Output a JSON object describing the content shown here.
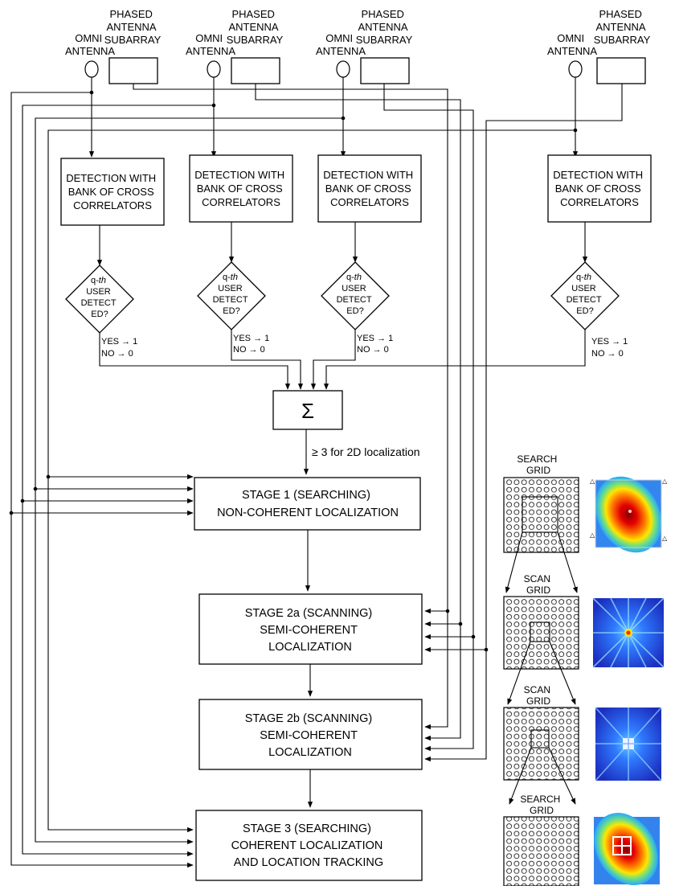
{
  "antennas": [
    {
      "omni": [
        "OMNI",
        "ANTENNA"
      ],
      "phased": [
        "PHASED",
        "ANTENNA",
        "SUBARRAY"
      ]
    },
    {
      "omni": [
        "OMNI",
        "ANTENNA"
      ],
      "phased": [
        "PHASED",
        "ANTENNA",
        "SUBARRAY"
      ]
    },
    {
      "omni": [
        "OMNI",
        "ANTENNA"
      ],
      "phased": [
        "PHASED",
        "ANTENNA",
        "SUBARRAY"
      ]
    },
    {
      "omni": [
        "OMNI",
        "ANTENNA"
      ],
      "phased": [
        "PHASED",
        "ANTENNA",
        "SUBARRAY"
      ]
    }
  ],
  "detection": [
    "DETECTION WITH",
    "BANK OF CROSS",
    "CORRELATORS"
  ],
  "decision": {
    "prefix": "q-",
    "italic": "th",
    "lines": [
      "USER",
      "DETECT",
      "ED?"
    ]
  },
  "yes_label": "YES",
  "yes_value": "1",
  "no_label": "NO",
  "no_value": "0",
  "sum_symbol": "Σ",
  "threshold_label": "≥ 3  for 2D localization",
  "stages": [
    {
      "id": "stage1",
      "lines": [
        "STAGE 1 (SEARCHING)",
        "NON-COHERENT LOCALIZATION"
      ]
    },
    {
      "id": "stage2a",
      "lines": [
        "STAGE 2a (SCANNING)",
        "SEMI-COHERENT",
        "LOCALIZATION"
      ]
    },
    {
      "id": "stage2b",
      "lines": [
        "STAGE 2b (SCANNING)",
        "SEMI-COHERENT",
        "LOCALIZATION"
      ]
    },
    {
      "id": "stage3",
      "lines": [
        "STAGE 3 (SEARCHING)",
        "COHERENT LOCALIZATION",
        "AND LOCATION TRACKING"
      ]
    }
  ],
  "grids": [
    {
      "lines": [
        "SEARCH",
        "GRID"
      ]
    },
    {
      "lines": [
        "SCAN",
        "GRID"
      ]
    },
    {
      "lines": [
        "SCAN",
        "GRID"
      ]
    },
    {
      "lines": [
        "SEARCH",
        "GRID"
      ]
    }
  ],
  "heatmaps": [
    {
      "name": "stage1-heatmap",
      "style": "ellipse",
      "colors": [
        "#8b0000",
        "#e30000",
        "#ff7a00",
        "#ffe600",
        "#6fe080",
        "#26a8ff",
        "#2f5fd8"
      ]
    },
    {
      "name": "stage2a-heatmap",
      "style": "star",
      "colors": [
        "#1c2fc0",
        "#2f7bff",
        "#66ccff",
        "#ff4400"
      ]
    },
    {
      "name": "stage2b-heatmap",
      "style": "star",
      "colors": [
        "#1c2fc0",
        "#2f7bff",
        "#66ccff",
        "#ffffff"
      ]
    },
    {
      "name": "stage3-heatmap",
      "style": "ellipse",
      "colors": [
        "#8b0000",
        "#e30000",
        "#ff7a00",
        "#ffe600",
        "#6fe080",
        "#26a8ff",
        "#2f5fd8"
      ]
    }
  ]
}
